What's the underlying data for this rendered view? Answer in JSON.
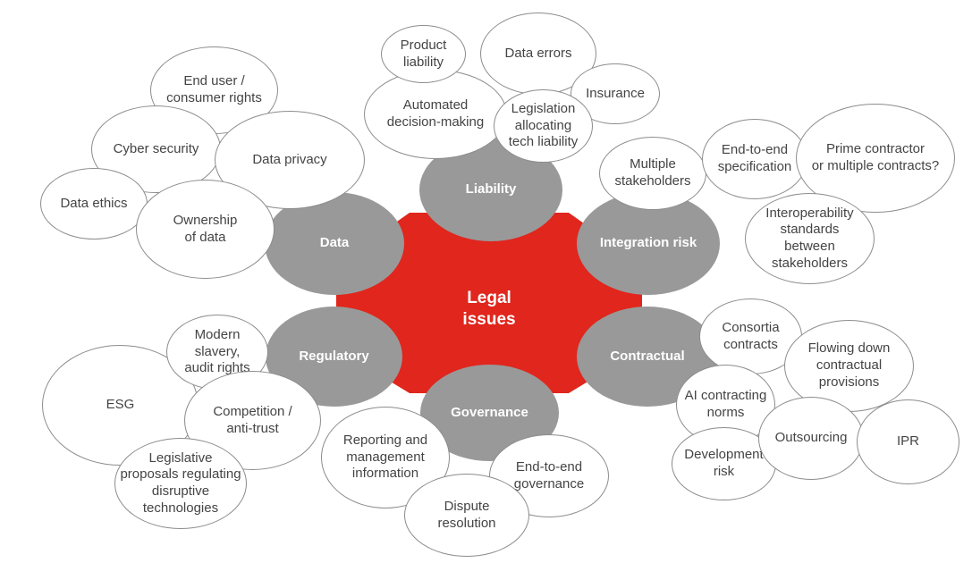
{
  "center": {
    "label": "Legal\nissues"
  },
  "colors": {
    "center": "#e0261d",
    "category": "#999999",
    "bubble_border": "#8c8c8c",
    "bubble_text": "#444444"
  },
  "categories": [
    {
      "id": "liability",
      "label": "Liability"
    },
    {
      "id": "data",
      "label": "Data"
    },
    {
      "id": "integration-risk",
      "label": "Integration risk"
    },
    {
      "id": "regulatory",
      "label": "Regulatory"
    },
    {
      "id": "contractual",
      "label": "Contractual"
    },
    {
      "id": "governance",
      "label": "Governance"
    }
  ],
  "topics": [
    {
      "id": "end-user-rights",
      "label": "End user /\nconsumer rights"
    },
    {
      "id": "cyber-security",
      "label": "Cyber security"
    },
    {
      "id": "data-privacy",
      "label": "Data privacy"
    },
    {
      "id": "data-ethics",
      "label": "Data ethics"
    },
    {
      "id": "ownership-of-data",
      "label": "Ownership\nof data"
    },
    {
      "id": "automated-decision-making",
      "label": "Automated\ndecision-making"
    },
    {
      "id": "product-liability",
      "label": "Product\nliability"
    },
    {
      "id": "data-errors",
      "label": "Data errors"
    },
    {
      "id": "insurance",
      "label": "Insurance"
    },
    {
      "id": "legislation-tech-liability",
      "label": "Legislation\nallocating\ntech liability"
    },
    {
      "id": "multiple-stakeholders",
      "label": "Multiple\nstakeholders"
    },
    {
      "id": "end-to-end-specification",
      "label": "End-to-end\nspecification"
    },
    {
      "id": "prime-contractor",
      "label": "Prime contractor\nor multiple contracts?"
    },
    {
      "id": "interoperability-standards",
      "label": "Interoperability\nstandards\nbetween\nstakeholders"
    },
    {
      "id": "esg",
      "label": "ESG"
    },
    {
      "id": "modern-slavery",
      "label": "Modern\nslavery,\naudit rights"
    },
    {
      "id": "competition-anti-trust",
      "label": "Competition /\nanti-trust"
    },
    {
      "id": "legislative-proposals",
      "label": "Legislative\nproposals regulating\ndisruptive\ntechnologies"
    },
    {
      "id": "reporting-management-info",
      "label": "Reporting and\nmanagement\ninformation"
    },
    {
      "id": "end-to-end-governance",
      "label": "End-to-end\ngovernance"
    },
    {
      "id": "dispute-resolution",
      "label": "Dispute\nresolution"
    },
    {
      "id": "consortia-contracts",
      "label": "Consortia\ncontracts"
    },
    {
      "id": "flowing-down-provisions",
      "label": "Flowing down\ncontractual\nprovisions"
    },
    {
      "id": "ai-contracting-norms",
      "label": "AI contracting\nnorms"
    },
    {
      "id": "development-risk",
      "label": "Development\nrisk"
    },
    {
      "id": "outsourcing",
      "label": "Outsourcing"
    },
    {
      "id": "ipr",
      "label": "IPR"
    }
  ]
}
